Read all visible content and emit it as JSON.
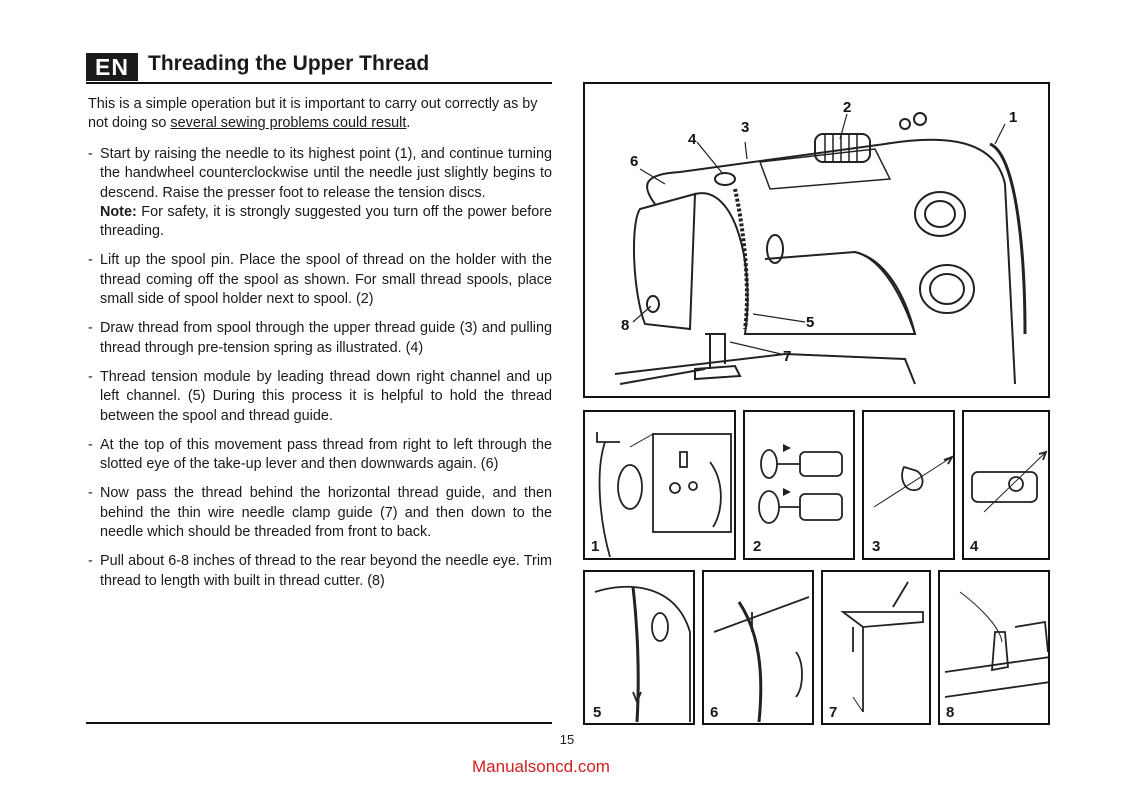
{
  "header": {
    "lang_badge": "EN",
    "title": "Threading the Upper Thread"
  },
  "intro": {
    "text": "This is a simple operation but it is important to carry out correctly as by not doing so ",
    "underlined": "several sewing problems could result",
    "end": "."
  },
  "steps": [
    {
      "text": "Start by raising the needle to its highest point (1), and continue turning the handwheel counterclockwise until the needle just slightly begins to descend. Raise the presser foot to release the tension discs.",
      "note_label": "Note:",
      "note_text": " For safety, it is strongly suggested you turn off the power before threading."
    },
    {
      "text": "Lift up the spool pin. Place the spool of thread on the holder with the thread coming off the spool as shown. For small thread spools, place small side of spool holder next to spool. (2)"
    },
    {
      "text": "Draw thread from spool through the upper thread guide (3) and pulling thread through pre-tension spring as illustrated. (4)"
    },
    {
      "text": "Thread tension module by leading thread down right channel and up left channel. (5) During this process it is helpful to hold the thread between the spool and thread guide."
    },
    {
      "text": "At the top of this movement pass thread from right to left through the slotted eye of the take-up lever and then downwards again. (6)"
    },
    {
      "text": "Now pass the thread behind the horizontal thread guide, and then behind the thin wire needle clamp guide (7) and then down to the needle which should be threaded from front to back."
    },
    {
      "text": "Pull about 6-8 inches of thread to the rear beyond the needle eye. Trim thread to length with built in thread cutter. (8)"
    }
  ],
  "main_figure": {
    "callouts": [
      "1",
      "2",
      "3",
      "4",
      "5",
      "6",
      "7",
      "8"
    ]
  },
  "detail_figures": [
    "1",
    "2",
    "3",
    "4",
    "5",
    "6",
    "7",
    "8"
  ],
  "page_number": "15",
  "watermark": "Manualsoncd.com",
  "colors": {
    "ink": "#1a1a1a",
    "badge_bg": "#1a1a1a",
    "watermark": "#d21f1f"
  }
}
